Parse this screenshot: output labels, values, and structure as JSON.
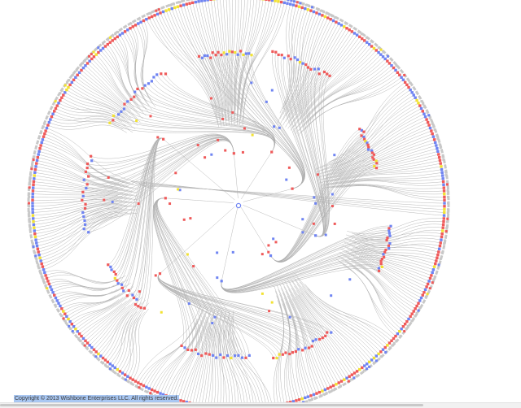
{
  "copyright_text": "Copyright © 2013 Wishbone Enterprises LLC. All rights reserved.",
  "colors": {
    "edge": "#b0b0b0",
    "leaf_red": "#ef5a5a",
    "leaf_blue": "#6f84f2",
    "leaf_yellow": "#f2e233",
    "ring_gray": "#c8c8c8",
    "root_marker": "#6f84f2"
  },
  "visualization": {
    "kind": "radial-tree",
    "inner_ring_node_count": 180,
    "outer_ring_node_count": 420,
    "inner_node_count": 64
  }
}
